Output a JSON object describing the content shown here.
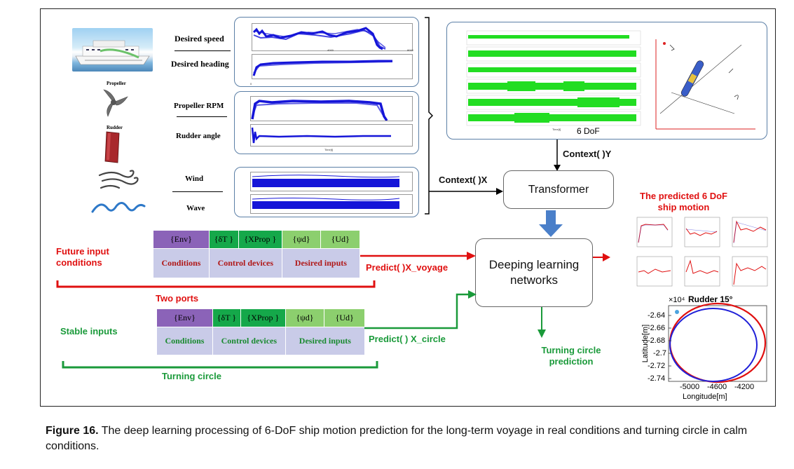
{
  "inputs": {
    "ship_image": "ship-photo",
    "propeller_label": "Propeller",
    "rudder_label": "Rudder",
    "desired_speed": "Desired speed",
    "desired_heading": "Desired heading",
    "propeller_rpm": "Propeller RPM",
    "rudder_angle": "Rudder angle",
    "wind": "Wind",
    "wave": "Wave"
  },
  "plots": {
    "tick_0": "0",
    "tick_4000": "4000",
    "tick_8000": "8000",
    "time_label": "Time[t]",
    "six_dof_label": "6 DoF"
  },
  "flow": {
    "context_x": "Context( )X",
    "context_y": "Context( )Y",
    "transformer": "Transformer",
    "deep_learning": "Deeping learning networks",
    "predict_voyage": "Predict( )X_voyage",
    "predict_circle": "Predict( ) X_circle",
    "turning_circle_prediction": "Turning circle prediction",
    "predicted_title": "The predicted 6 DoF ship motion"
  },
  "left_labels": {
    "future_inputs": "Future input conditions",
    "two_ports": "Two ports",
    "stable_inputs": "Stable inputs",
    "turning_circle": "Turning circle"
  },
  "table": {
    "env": "{Env}",
    "delta_t": "{δT }",
    "x_prop": "{XProp }",
    "psi_d": "{ψd}",
    "u_d": "{Ud}",
    "conditions": "Conditions",
    "control_devices": "Control devices",
    "desired_inputs": "Desired inputs"
  },
  "circle_chart": {
    "title": "Rudder 15°",
    "exponent": "×10⁴",
    "ylabel": "Latitude[m]",
    "xlabel": "Longitude[m]",
    "yticks": [
      "-2.64",
      "-2.66",
      "-2.68",
      "-2.7",
      "-2.72",
      "-2.74"
    ],
    "xticks": [
      "-5000",
      "-4600",
      "-4200"
    ]
  },
  "caption": {
    "figure": "Figure 16.",
    "text": "The deep learning processing of 6-DoF ship motion prediction for the long-term voyage in real conditions and turning circle in calm conditions."
  },
  "colors": {
    "accent_red": "#e01010",
    "accent_green": "#1a9a3a",
    "input_plot": "#1515d8",
    "dof_plot": "#22dd22",
    "arrow_blue": "#4a7fc9"
  }
}
